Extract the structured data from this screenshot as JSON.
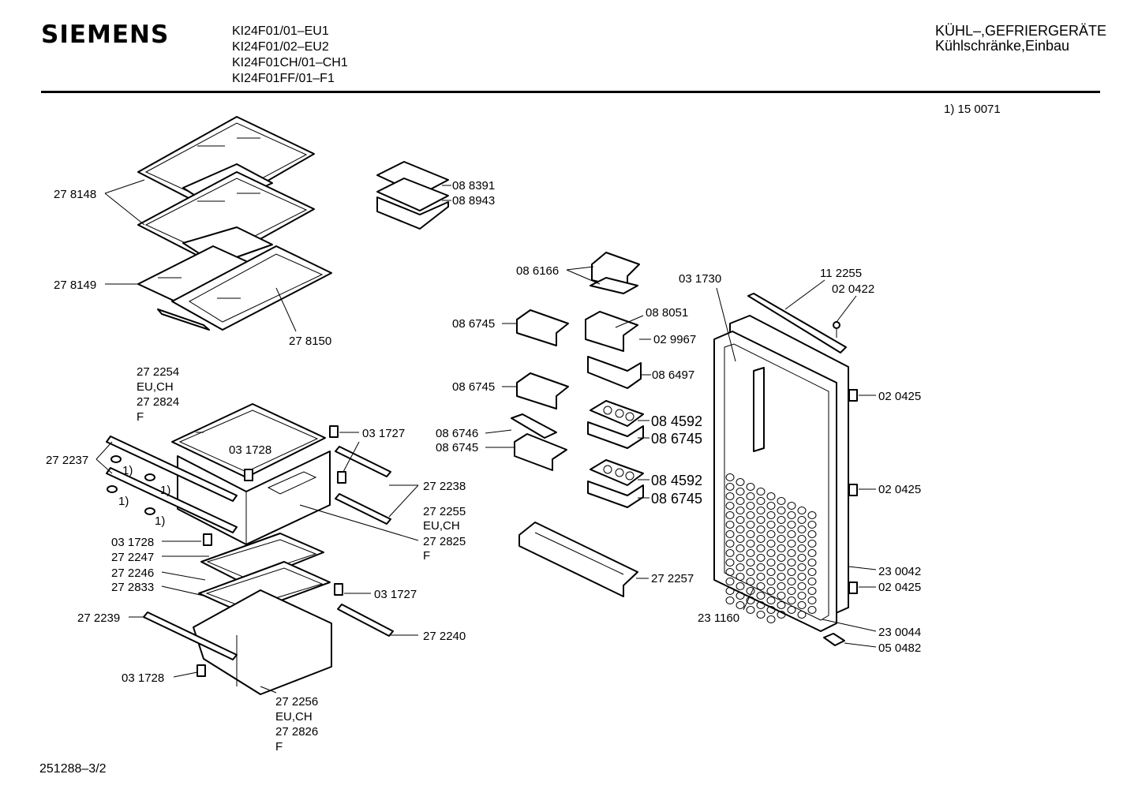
{
  "header": {
    "brand": "SIEMENS",
    "models": [
      "KI24F01/01–EU1",
      "KI24F01/02–EU2",
      "KI24F01CH/01–CH1",
      "KI24F01FF/01–F1"
    ],
    "category_line1": "KÜHL–,GEFRIERGERÄTE",
    "category_line2": "Kühlschränke,Einbau"
  },
  "note": "1)  15 0071",
  "footer": "251288–3/2",
  "parts": {
    "p278148": "27 8148",
    "p278149": "27 8149",
    "p278150": "27 8150",
    "p088391": "08 8391",
    "p088943": "08 8943",
    "p086166": "08 6166",
    "p086745a": "08 6745",
    "p088051": "08 8051",
    "p029967": "02 9967",
    "p086497": "08 6497",
    "p086745b": "08 6745",
    "p086746": "08 6746",
    "p086745c": "08 6745",
    "p084592a": "08 4592",
    "p086745d": "08 6745",
    "p084592b": "08 4592",
    "p086745e": "08 6745",
    "p272257": "27 2257",
    "p031730": "03 1730",
    "p112255": "11 2255",
    "p020422": "02 0422",
    "p020425a": "02 0425",
    "p020425b": "02 0425",
    "p230042": "23 0042",
    "p020425c": "02 0425",
    "p231160": "23 1160",
    "p230044": "23 0044",
    "p050482": "05 0482",
    "p272254": "27 2254",
    "euch1": "EU,CH",
    "p272824": "27 2824",
    "f1": "F",
    "p031727a": "03 1727",
    "p031728a": "03 1728",
    "p272237": "27 2237",
    "r1a": "1)",
    "r1b": "1)",
    "r1c": "1)",
    "r1d": "1)",
    "p272238": "27 2238",
    "p272255": "27 2255",
    "euch2": "EU,CH",
    "p272825": "27 2825",
    "f2": "F",
    "p031728b": "03 1728",
    "p272247": "27 2247",
    "p272246": "27 2246",
    "p272833": "27 2833",
    "p031727b": "03 1727",
    "p272239": "27 2239",
    "p272240": "27 2240",
    "p031728c": "03 1728",
    "p272256": "27 2256",
    "euch3": "EU,CH",
    "p272826": "27 2826",
    "f3": "F"
  }
}
